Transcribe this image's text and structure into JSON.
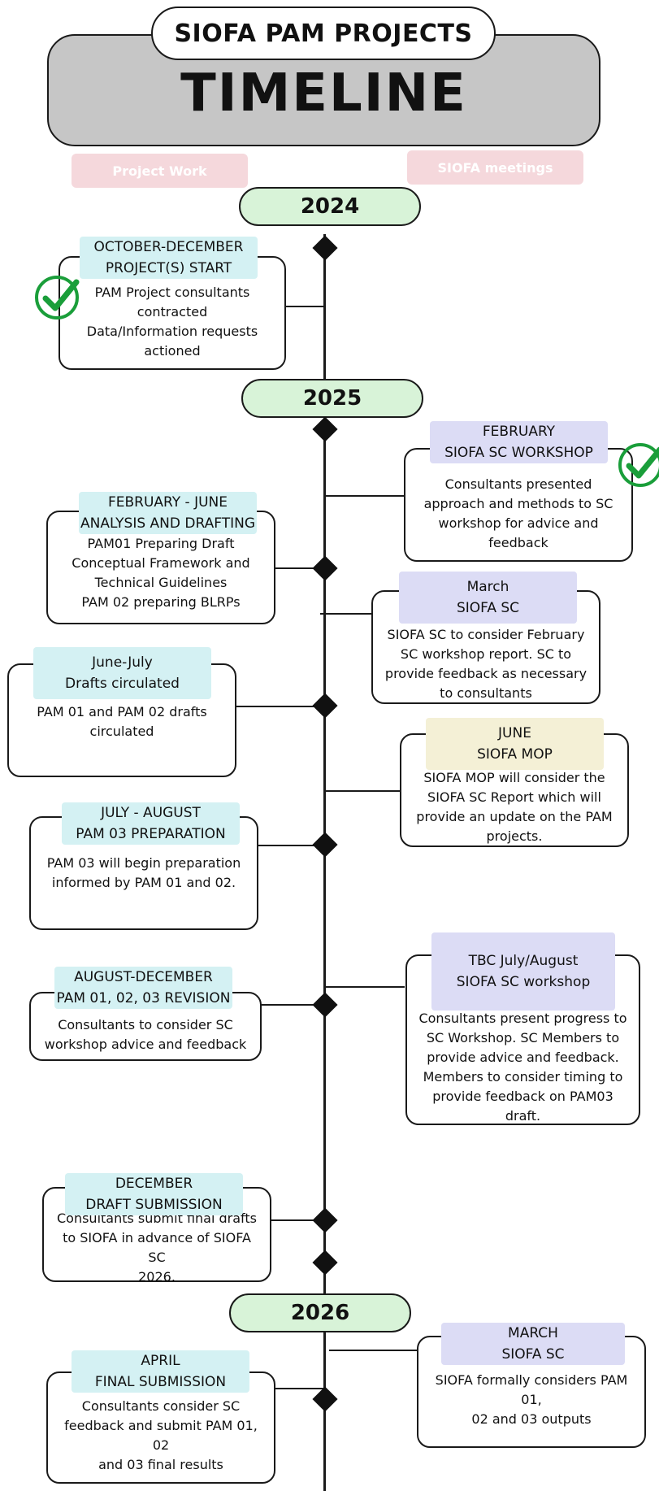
{
  "header": {
    "project_title": "SIOFA PAM PROJECTS",
    "timeline_title": "TIMELINE"
  },
  "legend": {
    "project_work": "Project Work",
    "siofa_meetings": "SIOFA meetings",
    "color": "#f5d8dc"
  },
  "years": [
    "2024",
    "2025",
    "2026"
  ],
  "colors": {
    "year_fill": "#d8f3d8",
    "project_tag": "#d4f1f3",
    "sc_tag": "#dcdcf5",
    "mop_tag": "#f4f0d6",
    "check": "#1a9e3a"
  },
  "events": [
    {
      "tag": "OCTOBER-DECEMBER\nPROJECT(S) START",
      "body": "PAM Project consultants\ncontracted\nData/Information requests\nactioned",
      "completed": true
    },
    {
      "tag": "FEBRUARY\nSIOFA SC WORKSHOP",
      "body": "Consultants presented\napproach and methods to SC\nworkshop for advice and\nfeedback",
      "completed": true
    },
    {
      "tag": "FEBRUARY - JUNE\nANALYSIS AND DRAFTING",
      "body": "PAM01 Preparing Draft\nConceptual Framework and\nTechnical Guidelines\nPAM 02 preparing BLRPs"
    },
    {
      "tag": "March\nSIOFA SC",
      "body": "SIOFA SC to consider February\nSC workshop report.  SC to\nprovide feedback as necessary\nto consultants"
    },
    {
      "tag": "June-July\nDrafts circulated",
      "body": "PAM 01 and PAM 02 drafts\ncirculated"
    },
    {
      "tag": "JUNE\nSIOFA MOP",
      "body": "SIOFA MOP will consider the\nSIOFA SC Report which will\nprovide an update on the PAM\nprojects."
    },
    {
      "tag": "JULY - AUGUST\nPAM 03 PREPARATION",
      "body": "PAM 03 will begin preparation\ninformed by PAM 01 and 02."
    },
    {
      "tag": "TBC July/August\nSIOFA SC workshop",
      "body": "Consultants present progress to\nSC Workshop.  SC Members to\nprovide advice and feedback.\nMembers to consider timing to\nprovide feedback on PAM03\ndraft."
    },
    {
      "tag": "AUGUST-DECEMBER\nPAM 01, 02, 03 REVISION",
      "body": "Consultants to consider SC\nworkshop advice and feedback"
    },
    {
      "tag": "DECEMBER\nDRAFT SUBMISSION",
      "body": "Consultants submit final drafts\nto SIOFA in advance of SIOFA SC\n2026."
    },
    {
      "tag": "APRIL\nFINAL SUBMISSION",
      "body": "Consultants consider SC\nfeedback and submit PAM 01, 02\nand 03 final results"
    },
    {
      "tag": "MARCH\nSIOFA SC",
      "body": "SIOFA formally considers PAM 01,\n02 and 03 outputs"
    }
  ]
}
